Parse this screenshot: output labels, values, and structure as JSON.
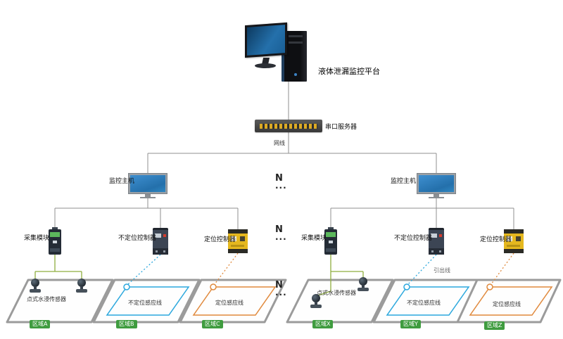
{
  "platform": {
    "label": "液体泄漏监控平台"
  },
  "server": {
    "label": "串口服务器"
  },
  "network_cable": {
    "label": "网线"
  },
  "lead_wire_label": "引出线",
  "repeat_markers": [
    {
      "n": "N",
      "dots": "..."
    },
    {
      "n": "N",
      "dots": "..."
    },
    {
      "n": "N",
      "dots": "..."
    }
  ],
  "branches": [
    {
      "host": {
        "label": "监控主机"
      },
      "devices": {
        "collector": {
          "label": "采集模块"
        },
        "nonpos_controller": {
          "label": "不定位控制器"
        },
        "pos_controller": {
          "label": "定位控制器"
        }
      },
      "zones": [
        {
          "name": "区域A",
          "label": "点式水浸传感器"
        },
        {
          "name": "区域B",
          "label": "不定位感应线"
        },
        {
          "name": "区域C",
          "label": "定位感应线"
        }
      ]
    },
    {
      "host": {
        "label": "监控主机"
      },
      "devices": {
        "collector": {
          "label": "采集模块"
        },
        "nonpos_controller": {
          "label": "不定位控制器"
        },
        "pos_controller": {
          "label": "定位控制器"
        }
      },
      "zones": [
        {
          "name": "区域X",
          "label": "点式水浸传感器"
        },
        {
          "name": "区域Y",
          "label": "不定位感应线"
        },
        {
          "name": "区域Z",
          "label": "定位感应线"
        }
      ]
    }
  ],
  "colors": {
    "line": "#8f8f8f",
    "zone_border": "#9b9b9b",
    "zone_badge": "#3f9c3f",
    "collector_wire": "#8fae3e",
    "nonpos_cable": "#2aa7dd",
    "pos_cable": "#e0893c",
    "screen_blue": "#2470ab",
    "switch_port": "#dcaa24",
    "pos_controller_body": "#e5b81f"
  }
}
